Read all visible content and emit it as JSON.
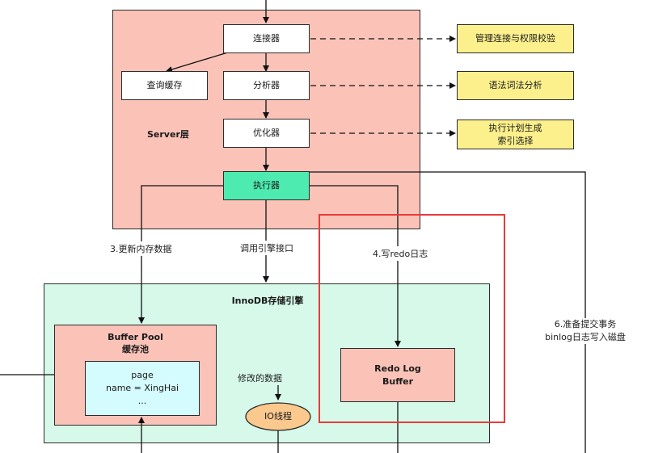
{
  "server": {
    "title": "Server层",
    "connector": "连接器",
    "query_cache": "查询缓存",
    "analyzer": "分析器",
    "optimizer": "优化器",
    "executor": "执行器"
  },
  "notes": {
    "connector": "管理连接与权限校验",
    "analyzer": "语法词法分析",
    "optimizer_line1": "执行计划生成",
    "optimizer_line2": "索引选择"
  },
  "edges": {
    "update_memory": "3.更新内存数据",
    "call_engine": "调用引擎接口",
    "write_redo": "4.写redo日志",
    "modified_data": "修改的数据",
    "prepare_commit_line1": "6.准备提交事务",
    "prepare_commit_line2": "binlog日志写入磁盘"
  },
  "innodb": {
    "title": "InnoDB存储引擎",
    "buffer_pool_line1": "Buffer Pool",
    "buffer_pool_line2": "缓存池",
    "page_line1": "page",
    "page_line2": "name = XingHai",
    "page_line3": "...",
    "io_thread": "IO线程",
    "redo_line1": "Redo Log",
    "redo_line2": "Buffer"
  },
  "colors": {
    "server_fill": "#fbc3b8",
    "innodb_fill": "#d6f9ea",
    "executor_fill": "#4eebb1",
    "note_fill": "#fcf08c",
    "page_fill": "#d4fbfd",
    "io_fill": "#fbc98e",
    "highlight": "#e83a3a"
  }
}
